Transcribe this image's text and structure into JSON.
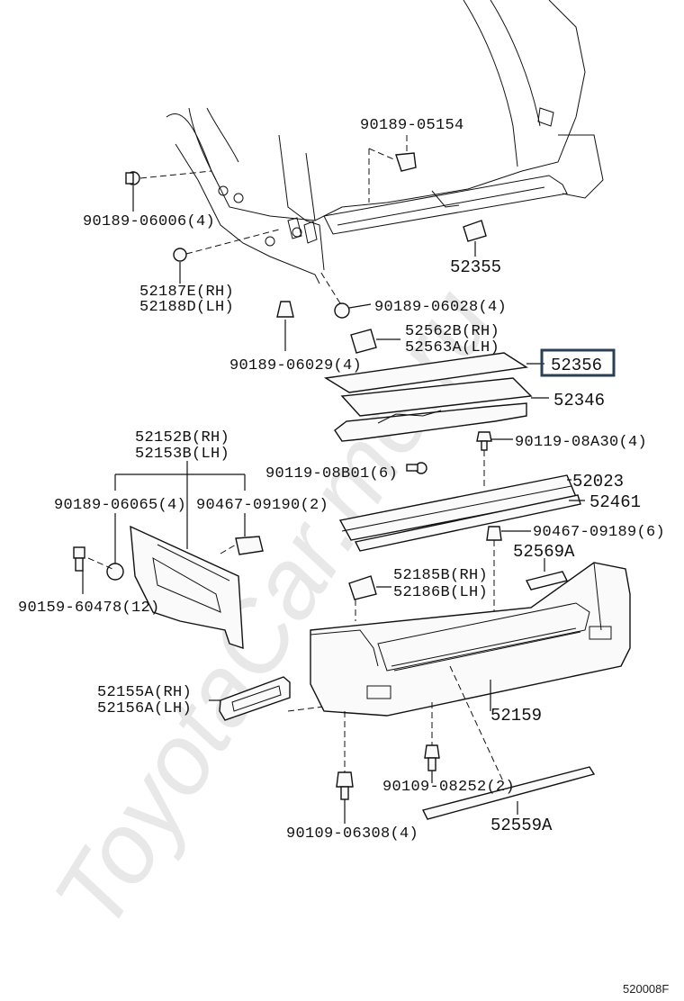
{
  "watermark": "ToyotaCar.me.ru",
  "diagram_code": "520008F",
  "highlighted_part": "52356",
  "labels": {
    "p_90189_05154": "90189-05154",
    "p_90189_06006": "90189-06006(4)",
    "p_52355": "52355",
    "p_52187e": "52187E(RH)",
    "p_52188d": "52188D(LH)",
    "p_90189_06028": "90189-06028(4)",
    "p_52562b": "52562B(RH)",
    "p_52563a": "52563A(LH)",
    "p_90189_06029": "90189-06029(4)",
    "p_52356": "52356",
    "p_52346": "52346",
    "p_52152b": "52152B(RH)",
    "p_52153b": "52153B(LH)",
    "p_90119_08a30": "90119-08A30(4)",
    "p_90119_08b01": "90119-08B01(6)",
    "p_52023": "52023",
    "p_52461": "52461",
    "p_90189_06065": "90189-06065(4)",
    "p_90467_09190": "90467-09190(2)",
    "p_90467_09189": "90467-09189(6)",
    "p_52569a": "52569A",
    "p_90159_60478": "90159-60478(12)",
    "p_52185b": "52185B(RH)",
    "p_52186b": "52186B(LH)",
    "p_52155a": "52155A(RH)",
    "p_52156a": "52156A(LH)",
    "p_52159": "52159",
    "p_90109_08252": "90109-08252(2)",
    "p_90109_06308": "90109-06308(4)",
    "p_52559a": "52559A"
  }
}
